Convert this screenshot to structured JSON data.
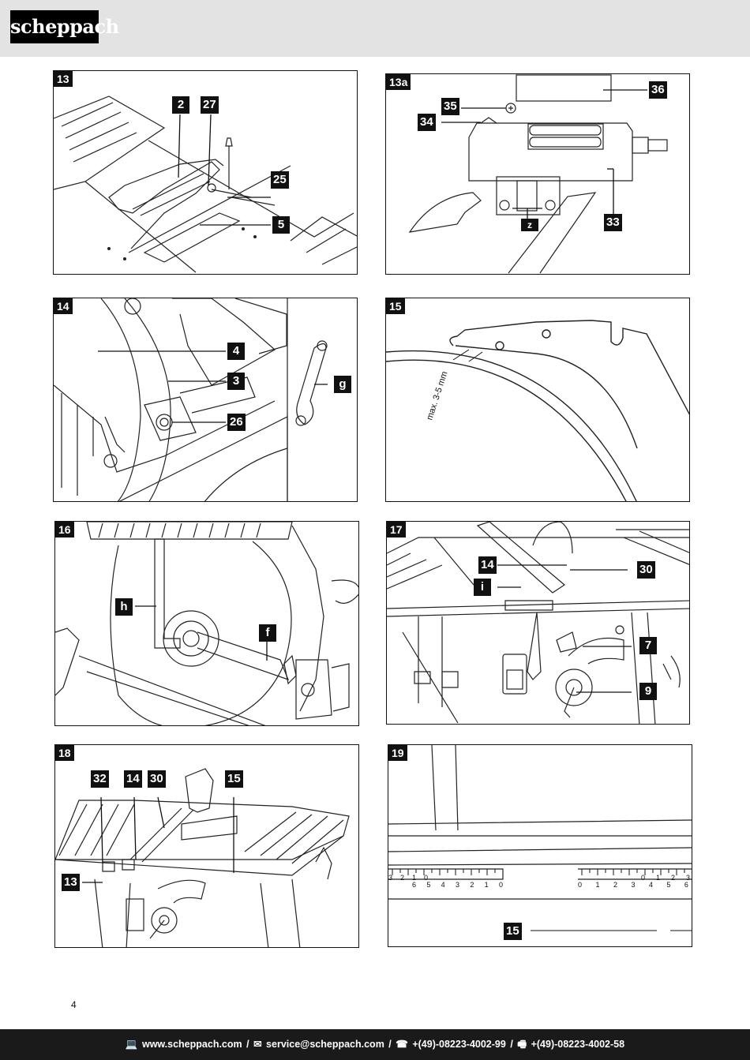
{
  "header": {
    "logo_text": "scheppach"
  },
  "page_number": "4",
  "panels": {
    "p13": {
      "label": "13",
      "callouts": [
        "2",
        "27",
        "25",
        "5"
      ]
    },
    "p13a": {
      "label": "13a",
      "callouts": [
        "36",
        "35",
        "34",
        "33",
        "z"
      ]
    },
    "p14": {
      "label": "14",
      "callouts": [
        "4",
        "3",
        "g",
        "26"
      ]
    },
    "p15": {
      "label": "15",
      "dimension_text": "max. 3-5 mm"
    },
    "p16": {
      "label": "16",
      "callouts": [
        "h",
        "f"
      ]
    },
    "p17": {
      "label": "17",
      "callouts": [
        "14",
        "30",
        "i",
        "7",
        "9"
      ]
    },
    "p18": {
      "label": "18",
      "callouts": [
        "32",
        "14",
        "30",
        "15",
        "13"
      ]
    },
    "p19": {
      "label": "19",
      "callouts": [
        "15"
      ],
      "scale_left": [
        "3",
        "2",
        "1",
        "0"
      ],
      "scale_left_lower": [
        "6",
        "5",
        "4",
        "3",
        "2",
        "1",
        "0"
      ],
      "scale_right": [
        "0",
        "1",
        "2",
        "3",
        "4",
        "5",
        "6"
      ],
      "scale_right_upper": [
        "0",
        "1",
        "2",
        "3"
      ]
    }
  },
  "footer": {
    "web_icon": "computer-icon",
    "web": "www.scheppach.com",
    "mail_icon": "mail-icon",
    "mail": "service@scheppach.com",
    "phone_icon": "phone-icon",
    "phone": "+(49)-08223-4002-99",
    "fax_icon": "fax-icon",
    "fax": "+(49)-08223-4002-58",
    "separator": "/"
  }
}
